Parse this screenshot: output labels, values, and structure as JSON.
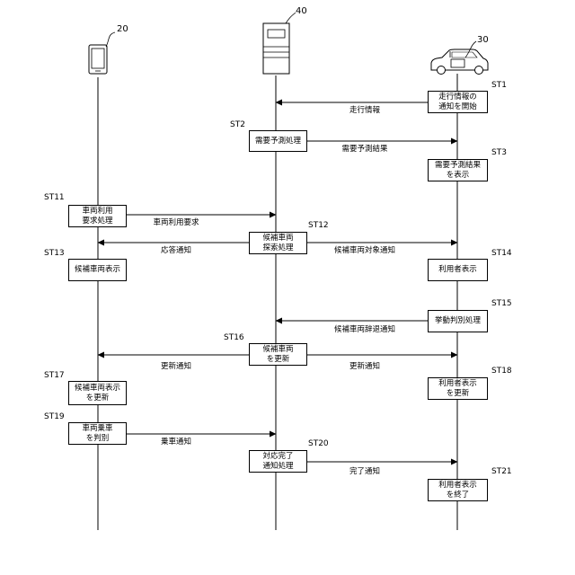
{
  "lifelines": {
    "terminal": {
      "ref": "20"
    },
    "server": {
      "ref": "40"
    },
    "vehicle": {
      "ref": "30"
    }
  },
  "steps": {
    "st1": {
      "label": "ST1",
      "lines": [
        "走行情報の",
        "通知を開始"
      ]
    },
    "st2": {
      "label": "ST2",
      "lines": [
        "需要予測処理"
      ]
    },
    "st3": {
      "label": "ST3",
      "lines": [
        "需要予測結果",
        "を表示"
      ]
    },
    "st11": {
      "label": "ST11",
      "lines": [
        "車両利用",
        "要求処理"
      ]
    },
    "st12": {
      "label": "ST12",
      "lines": [
        "候補車両",
        "探索処理"
      ]
    },
    "st13": {
      "label": "ST13",
      "lines": [
        "候補車両表示"
      ]
    },
    "st14": {
      "label": "ST14",
      "lines": [
        "利用者表示"
      ]
    },
    "st15": {
      "label": "ST15",
      "lines": [
        "挙動判別処理"
      ]
    },
    "st16": {
      "label": "ST16",
      "lines": [
        "候補車両",
        "を更新"
      ]
    },
    "st17": {
      "label": "ST17",
      "lines": [
        "候補車両表示",
        "を更新"
      ]
    },
    "st18": {
      "label": "ST18",
      "lines": [
        "利用者表示",
        "を更新"
      ]
    },
    "st19": {
      "label": "ST19",
      "lines": [
        "車両乗車",
        "を判別"
      ]
    },
    "st20": {
      "label": "ST20",
      "lines": [
        "対応完了",
        "通知処理"
      ]
    },
    "st21": {
      "label": "ST21",
      "lines": [
        "利用者表示",
        "を終了"
      ]
    }
  },
  "messages": {
    "m_travel_info": "走行情報",
    "m_demand_result": "需要予測結果",
    "m_vehicle_request": "車両利用要求",
    "m_response": "応答通知",
    "m_candidate_target": "候補車両対象通知",
    "m_candidate_decline": "候補車両辞退通知",
    "m_update_left": "更新通知",
    "m_update_right": "更新通知",
    "m_boarding": "乗車通知",
    "m_complete": "完了通知"
  }
}
